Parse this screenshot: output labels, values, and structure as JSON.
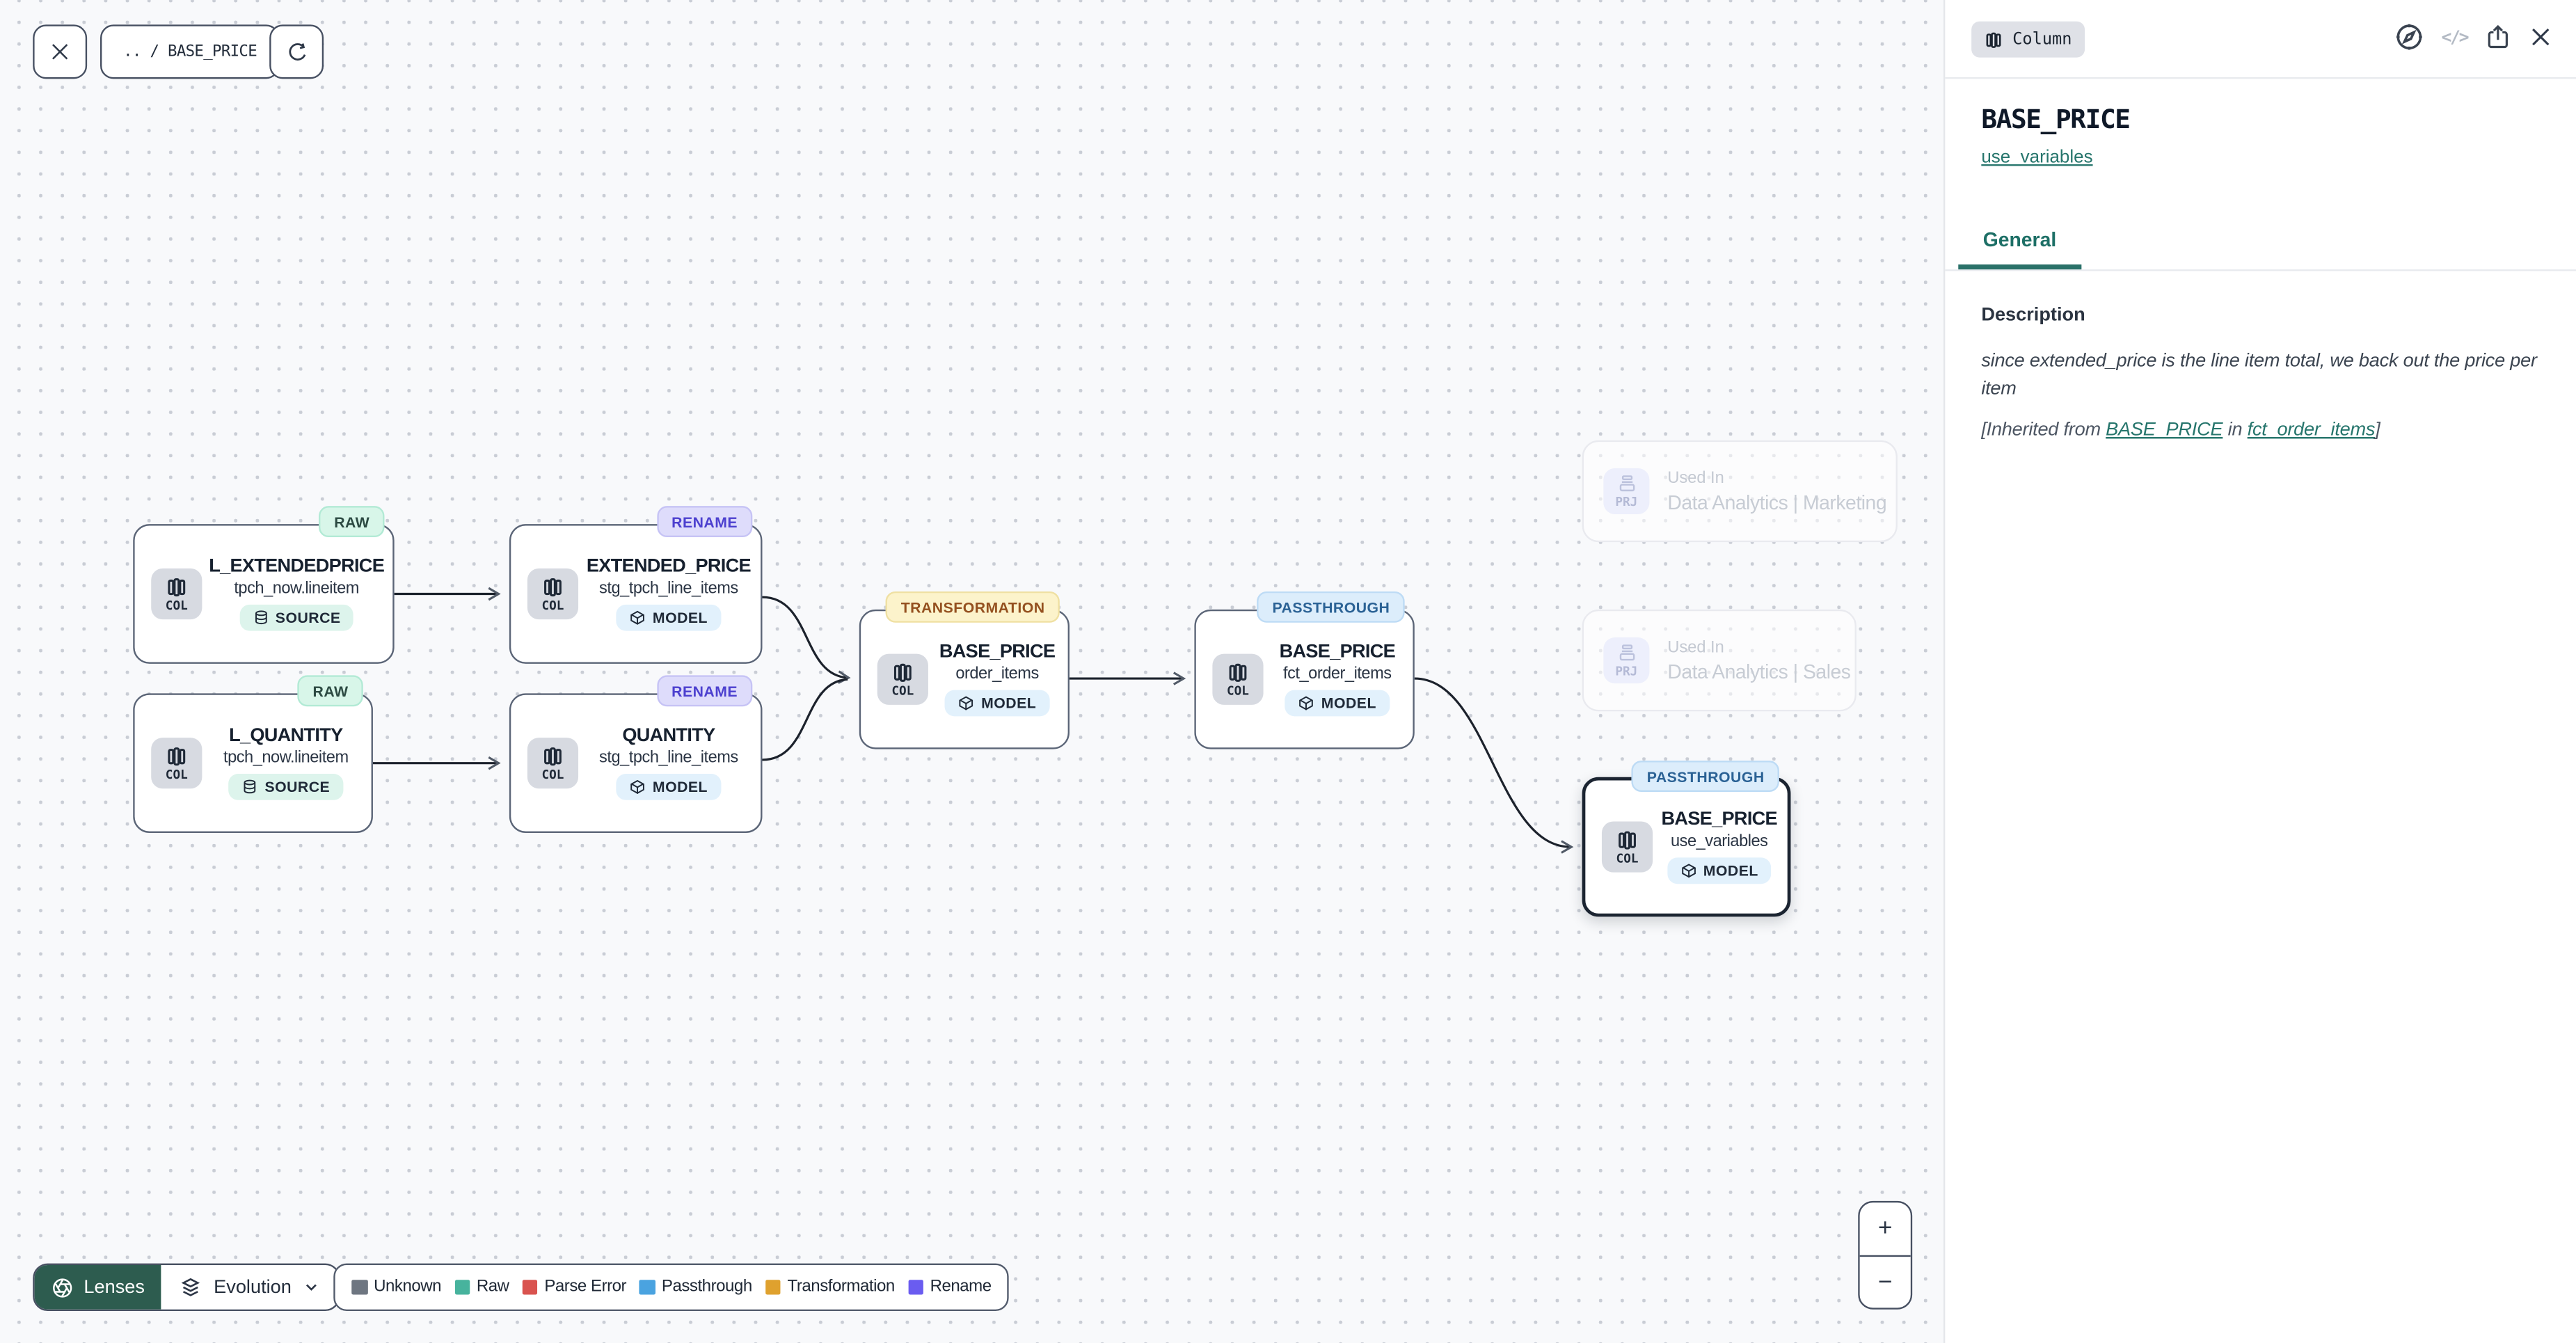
{
  "toolbar": {
    "breadcrumb": ".. / BASE_PRICE"
  },
  "graph": {
    "nodes": [
      {
        "title": "L_EXTENDEDPRICE",
        "subtitle": "tpch_now.lineitem",
        "entity": "COL",
        "kind": "SOURCE",
        "lens": "RAW"
      },
      {
        "title": "EXTENDED_PRICE",
        "subtitle": "stg_tpch_line_items",
        "entity": "COL",
        "kind": "MODEL",
        "lens": "RENAME"
      },
      {
        "title": "L_QUANTITY",
        "subtitle": "tpch_now.lineitem",
        "entity": "COL",
        "kind": "SOURCE",
        "lens": "RAW"
      },
      {
        "title": "QUANTITY",
        "subtitle": "stg_tpch_line_items",
        "entity": "COL",
        "kind": "MODEL",
        "lens": "RENAME"
      },
      {
        "title": "BASE_PRICE",
        "subtitle": "order_items",
        "entity": "COL",
        "kind": "MODEL",
        "lens": "TRANSFORMATION"
      },
      {
        "title": "BASE_PRICE",
        "subtitle": "fct_order_items",
        "entity": "COL",
        "kind": "MODEL",
        "lens": "PASSTHROUGH"
      },
      {
        "title": "BASE_PRICE",
        "subtitle": "use_variables",
        "entity": "COL",
        "kind": "MODEL",
        "lens": "PASSTHROUGH",
        "selected": true
      }
    ],
    "used_in": [
      {
        "label": "Used In",
        "name": "Data Analytics | Marketing",
        "entity": "PRJ"
      },
      {
        "label": "Used In",
        "name": "Data Analytics | Sales",
        "entity": "PRJ"
      }
    ]
  },
  "footer": {
    "lenses_label": "Lenses",
    "lens_selected": "Evolution",
    "legend": [
      {
        "label": "Unknown",
        "color": "#6e7681"
      },
      {
        "label": "Raw",
        "color": "#47b39d"
      },
      {
        "label": "Parse Error",
        "color": "#d9534f"
      },
      {
        "label": "Passthrough",
        "color": "#4aa3e0"
      },
      {
        "label": "Transformation",
        "color": "#dfa12e"
      },
      {
        "label": "Rename",
        "color": "#6a5cf0"
      }
    ]
  },
  "zoom_controls": {
    "zoom_in": "+",
    "zoom_out": "−"
  },
  "panel": {
    "type_chip": "Column",
    "title": "BASE_PRICE",
    "model_link": "use_variables",
    "tab": "General",
    "section_heading": "Description",
    "description": "since extended_price is the line item total, we back out the price per item",
    "inherited_prefix": "[Inherited from ",
    "inherited_link_column": "BASE_PRICE",
    "inherited_mid": " in ",
    "inherited_link_model": "fct_order_items",
    "inherited_suffix": "]",
    "accent_color": "#1d6f66",
    "icons": {
      "code_glyph": "</>"
    }
  }
}
